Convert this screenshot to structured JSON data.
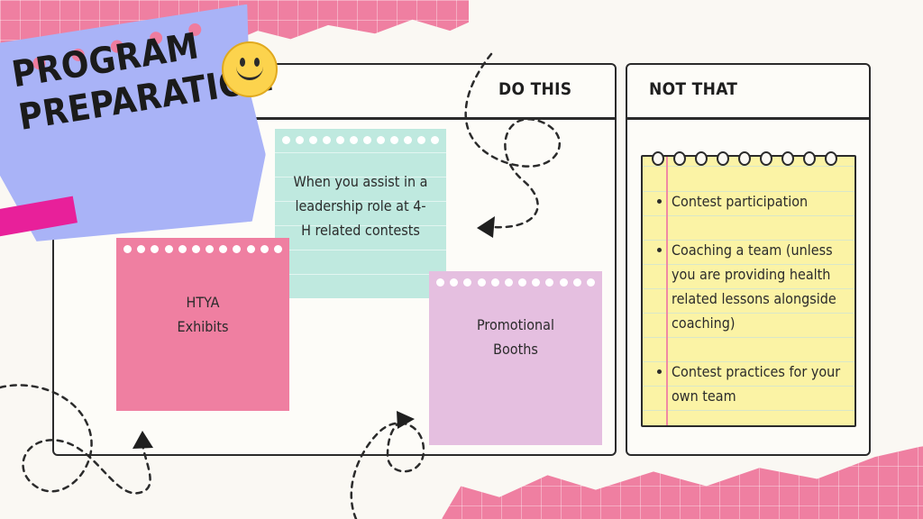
{
  "title": {
    "lines": [
      "PROGRAM",
      "PREPARATION"
    ]
  },
  "columns": {
    "do_this": "DO THIS",
    "not_that": "NOT THAT"
  },
  "do_this_notes": {
    "teal": "When you assist in a leadership role at 4-H related contests",
    "pink": [
      "HTYA",
      "Exhibits"
    ],
    "lilac": [
      "Promotional",
      "Booths"
    ]
  },
  "not_that_items": [
    "Contest participation",
    "Coaching a team (unless you are providing health related lessons alongside coaching)",
    "Contest practices for your own team"
  ],
  "colors": {
    "accent_pink": "#ef7fa1",
    "badge_blue": "#a9b3f7",
    "magenta": "#e8209a",
    "teal_note": "#bfe9df",
    "lilac_note": "#e5bfe0",
    "notepad_yellow": "#fbf3a5",
    "smiley_yellow": "#fcd34d"
  },
  "icons": [
    "smiley-face-icon",
    "arrow-icon"
  ]
}
